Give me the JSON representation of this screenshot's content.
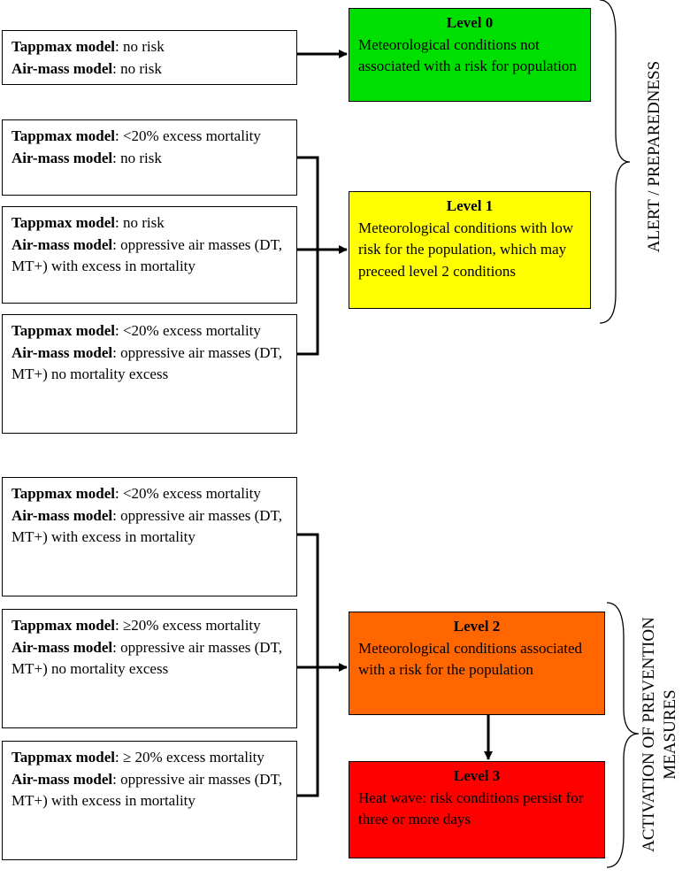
{
  "criteria": [
    {
      "lines": [
        {
          "model": "Tappmax model",
          "text": ": no risk"
        },
        {
          "model": "Air-mass model",
          "text": ": no risk"
        }
      ]
    },
    {
      "lines": [
        {
          "model": "Tappmax model",
          "text": ": <20% excess mortality"
        },
        {
          "model": "Air-mass model",
          "text": ": no risk"
        }
      ]
    },
    {
      "lines": [
        {
          "model": "Tappmax model",
          "text": ": no risk"
        },
        {
          "model": "Air-mass model",
          "text": ": oppressive air masses (DT, MT+) with excess in mortality"
        }
      ]
    },
    {
      "lines": [
        {
          "model": "Tappmax model",
          "text": ": <20% excess mortality"
        },
        {
          "model": "Air-mass model",
          "text": ": oppressive air masses (DT, MT+)  no mortality excess"
        }
      ]
    },
    {
      "lines": [
        {
          "model": "Tappmax model",
          "text": ": <20% excess mortality"
        },
        {
          "model": "Air-mass model",
          "text": ": oppressive air masses (DT, MT+) with excess in mortality"
        }
      ]
    },
    {
      "lines": [
        {
          "model": "Tappmax model",
          "text": ": ≥20% excess mortality"
        },
        {
          "model": "Air-mass model",
          "text": ": oppressive air masses (DT, MT+) no mortality excess"
        }
      ]
    },
    {
      "lines": [
        {
          "model": "Tappmax model",
          "text": ": ≥ 20% excess mortality"
        },
        {
          "model": "Air-mass model",
          "text": ": oppressive air masses (DT, MT+) with excess in mortality"
        }
      ]
    }
  ],
  "levels": [
    {
      "title": "Level 0",
      "text": "Meteorological conditions not associated with a risk for population",
      "color": "#00e000"
    },
    {
      "title": "Level 1",
      "text": "Meteorological conditions with low risk for the population, which may preceed level 2 conditions",
      "color": "#ffff00"
    },
    {
      "title": "Level 2",
      "text": "Meteorological conditions associated with a risk for the population",
      "color": "#ff6600"
    },
    {
      "title": "Level 3",
      "text": "Heat wave: risk conditions persist for three or more days",
      "color": "#ff0000"
    }
  ],
  "labels": {
    "alert": "ALERT / PREPAREDNESS",
    "activation_line1": "ACTIVATION OF PREVENTION",
    "activation_line2": "MEASURES"
  }
}
